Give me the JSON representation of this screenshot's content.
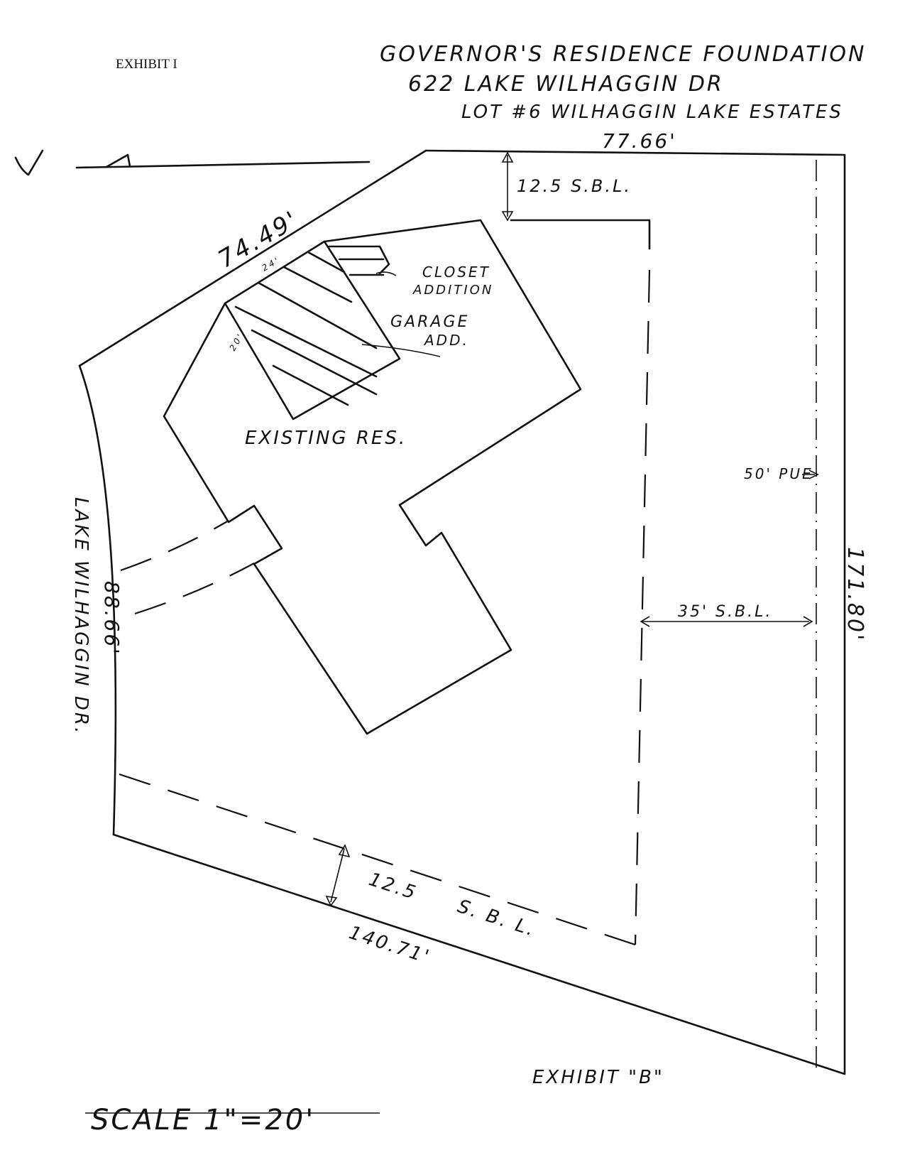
{
  "header": {
    "exhibit_label": "EXHIBIT I",
    "title_line1": "GOVERNOR'S RESIDENCE FOUNDATION",
    "title_line2": "622 LAKE WILHAGGIN DR",
    "title_line3": "LOT #6   WILHAGGIN LAKE ESTATES"
  },
  "dimensions": {
    "north_line": "77.66'",
    "northwest_line": "74.49'",
    "east_line": "171.80'",
    "west_curve": "88.66'",
    "south_line": "140.71'"
  },
  "setbacks": {
    "north_sbl": "12.5  S.B.L.",
    "east_sbl": "35'  S.B.L.",
    "south_sbl_number": "12.5",
    "south_sbl_text": "S. B. L.",
    "pue": "50' PUE"
  },
  "labels": {
    "closet_line1": "CLOSET",
    "closet_line2": "ADDITION",
    "garage_line1": "GARAGE",
    "garage_line2": "ADD.",
    "existing": "EXISTING   RES.",
    "street": "LAKE  WILHAGGIN  DR.",
    "garage_dim_top": "24'",
    "garage_dim_side": "20'"
  },
  "footer": {
    "exhibit_b": "EXHIBIT \"B\"",
    "scale": "SCALE  1\"=20'"
  }
}
